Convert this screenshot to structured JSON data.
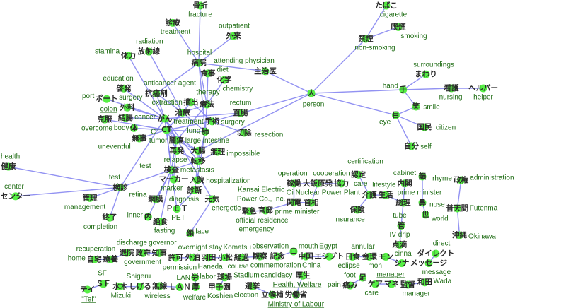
{
  "graph": {
    "nodes": [
      {
        "id": "fracture",
        "jp": "骨折",
        "en": "fracture"
      },
      {
        "id": "shinryo",
        "jp": "診療",
        "en": "treatment"
      },
      {
        "id": "gairai",
        "jp": "外来",
        "en": "outpatient"
      },
      {
        "id": "hoshasen",
        "jp": "放射線",
        "en": "radiation"
      },
      {
        "id": "tairyoku",
        "jp": "体力",
        "en": "stamina"
      },
      {
        "id": "byoin",
        "jp": "病院",
        "en": "hospital"
      },
      {
        "id": "shujii",
        "jp": "主治医",
        "en": "attending physician"
      },
      {
        "id": "shokuji",
        "jp": "食事",
        "en": "diet"
      },
      {
        "id": "kagaku",
        "jp": "化学",
        "en": "chemistry"
      },
      {
        "id": "keihatsu",
        "jp": "啓発",
        "en": "education"
      },
      {
        "id": "kogan",
        "jp": "抗癌剤",
        "en": "anticancer agent"
      },
      {
        "id": "port",
        "jp": "ポート",
        "en": "port"
      },
      {
        "id": "geka",
        "jp": "外科",
        "en": "surgery"
      },
      {
        "id": "ryoho",
        "jp": "療法",
        "en": "therapy"
      },
      {
        "id": "chokucho",
        "jp": "直腸",
        "en": "rectum"
      },
      {
        "id": "ketcho",
        "jp": "結腸",
        "en": "colon"
      },
      {
        "id": "tekishutsu",
        "jp": "摘出",
        "en": "extraction"
      },
      {
        "id": "kokufuku",
        "jp": "克服",
        "en": "overcome"
      },
      {
        "id": "gan",
        "jp": "がん",
        "en": "cancer"
      },
      {
        "id": "chiryo",
        "jp": "治療",
        "en": "treatment"
      },
      {
        "id": "shujutsu",
        "jp": "手術",
        "en": "surgery"
      },
      {
        "id": "ct",
        "jp": "CT",
        "en": "CT"
      },
      {
        "id": "karada",
        "jp": "体",
        "en": "body"
      },
      {
        "id": "hai",
        "jp": "肺",
        "en": "lung"
      },
      {
        "id": "setsujo",
        "jp": "切除",
        "en": "resection"
      },
      {
        "id": "buji",
        "jp": "無事",
        "en": "uneventful"
      },
      {
        "id": "daicho",
        "jp": "大腸",
        "en": "large intestine"
      },
      {
        "id": "shuyo",
        "jp": "腫瘍",
        "en": "tumor"
      },
      {
        "id": "muri",
        "jp": "無理",
        "en": "impossible"
      },
      {
        "id": "teni",
        "jp": "転移",
        "en": "metastasis"
      },
      {
        "id": "saihatsu",
        "jp": "再発",
        "en": "relapse"
      },
      {
        "id": "kenko",
        "jp": "健康",
        "en": "health"
      },
      {
        "id": "nyuin",
        "jp": "入院",
        "en": "hospitalization"
      },
      {
        "id": "kensa",
        "jp": "検査",
        "en": "test"
      },
      {
        "id": "kenshin",
        "jp": "検診",
        "en": "test"
      },
      {
        "id": "marker",
        "jp": "マーカー",
        "en": "marker"
      },
      {
        "id": "center",
        "jp": "センター",
        "en": "center"
      },
      {
        "id": "momaku",
        "jp": "網膜",
        "en": "retina"
      },
      {
        "id": "shindan",
        "jp": "診断",
        "en": "diagnosis"
      },
      {
        "id": "genki",
        "jp": "元気",
        "en": "energetic"
      },
      {
        "id": "kanri",
        "jp": "管理",
        "en": "management"
      },
      {
        "id": "pet",
        "jp": "ＰＥＴ",
        "en": "PET"
      },
      {
        "id": "shuryo",
        "jp": "終了",
        "en": "completion"
      },
      {
        "id": "uchi",
        "jp": "内",
        "en": "inner"
      },
      {
        "id": "zesshoku",
        "jp": "絶食",
        "en": "fasting"
      },
      {
        "id": "kao",
        "jp": "顔",
        "en": "face"
      },
      {
        "id": "hito",
        "jp": "人",
        "en": "person"
      },
      {
        "id": "kinen",
        "jp": "禁煙",
        "en": "non-smoking"
      },
      {
        "id": "tabako",
        "jp": "たばこ",
        "en": "cigarette"
      },
      {
        "id": "kitsuen",
        "jp": "喫煙",
        "en": "smoking"
      },
      {
        "id": "te",
        "jp": "手",
        "en": "hand"
      },
      {
        "id": "mawari",
        "jp": "まわり",
        "en": "surroundings"
      },
      {
        "id": "kango",
        "jp": "看護",
        "en": "nursing"
      },
      {
        "id": "helper",
        "jp": "ヘルパー",
        "en": "helper"
      },
      {
        "id": "warai",
        "jp": "笑",
        "en": "smile"
      },
      {
        "id": "me",
        "jp": "目",
        "en": "eye"
      },
      {
        "id": "kokumin",
        "jp": "国民",
        "en": "citizen"
      },
      {
        "id": "jibun",
        "jp": "自分",
        "en": "self"
      },
      {
        "id": "kado",
        "jp": "稼働",
        "en": "operation"
      },
      {
        "id": "oisaka",
        "jp": "大飯原発",
        "en": "Oi Nuclear Power Plant"
      },
      {
        "id": "kyoryoku",
        "jp": "協力",
        "en": "cooperation"
      },
      {
        "id": "kanden",
        "jp": "関電",
        "en": "Kansai Electric",
        "en2": "Power Co., Inc."
      },
      {
        "id": "shusho",
        "jp": "首相",
        "en": "prime minister"
      },
      {
        "id": "kantei",
        "jp": "官邸",
        "en": "official residence"
      },
      {
        "id": "kinkyu",
        "jp": "緊急",
        "en": "emergency"
      },
      {
        "id": "nintei",
        "jp": "認定",
        "en": "certification"
      },
      {
        "id": "kaigo",
        "jp": "介護",
        "en": "care"
      },
      {
        "id": "seikatsu",
        "jp": "生活",
        "en": "lifestyle"
      },
      {
        "id": "hoken",
        "jp": "保険",
        "en": "insurance"
      },
      {
        "id": "naikaku",
        "jp": "内閣",
        "en": "cabinet"
      },
      {
        "id": "sori",
        "jp": "総理",
        "en": "prime minister"
      },
      {
        "id": "kuda",
        "jp": "管",
        "en": "tube"
      },
      {
        "id": "tenteki",
        "jp": "点滴",
        "en": "IV drip"
      },
      {
        "id": "in",
        "jp": "韻",
        "en": "rhyme"
      },
      {
        "id": "hana",
        "jp": "鼻",
        "en": "nose"
      },
      {
        "id": "yo",
        "jp": "世",
        "en": "world"
      },
      {
        "id": "seiken",
        "jp": "政権",
        "en": "administration"
      },
      {
        "id": "futenma",
        "jp": "普天間",
        "en": "Futenma"
      },
      {
        "id": "okinawa",
        "jp": "沖縄",
        "en": "Okinawa"
      },
      {
        "id": "jitaku",
        "jp": "自宅",
        "en": "home"
      },
      {
        "id": "ryoyo",
        "jp": "療養",
        "en": "recuperation"
      },
      {
        "id": "taiin",
        "jp": "退院",
        "en": "discharge"
      },
      {
        "id": "chiji",
        "jp": "知事",
        "en": "governor"
      },
      {
        "id": "seifu",
        "jp": "政府",
        "en": "government"
      },
      {
        "id": "gaihaku",
        "jp": "外泊",
        "en": "overnight stay"
      },
      {
        "id": "kyoka",
        "jp": "許可",
        "en": "permission"
      },
      {
        "id": "komatsu",
        "jp": "小松",
        "en": "Komatsu"
      },
      {
        "id": "haneda",
        "jp": "羽田",
        "en": "Haneda"
      },
      {
        "id": "kansatsu",
        "jp": "観察",
        "en": "observation"
      },
      {
        "id": "keika",
        "jp": "経過",
        "en": "course"
      },
      {
        "id": "kuchi",
        "jp": "口",
        "en": "mouth"
      },
      {
        "id": "kinen2",
        "jp": "記念",
        "en": "commemoration"
      },
      {
        "id": "egypt",
        "jp": "エジプト",
        "en": "Egypt"
      },
      {
        "id": "chugoku",
        "jp": "中国",
        "en": "China"
      },
      {
        "id": "kinkan",
        "jp": "金環",
        "en": "annular"
      },
      {
        "id": "nisshoku",
        "jp": "日食",
        "en": "eclipse"
      },
      {
        "id": "shina",
        "jp": "シナ",
        "en": "cinna"
      },
      {
        "id": "mon",
        "jp": "モン",
        "en": "mon"
      },
      {
        "id": "direct",
        "jp": "ダイレクト",
        "en": "direct"
      },
      {
        "id": "message",
        "jp": "メッセージ",
        "en": "message"
      },
      {
        "id": "sf",
        "jp": "ＳＦ",
        "en": "SF"
      },
      {
        "id": "tei",
        "jp": "テイ",
        "en": "\"Tei\""
      },
      {
        "id": "shigeru",
        "jp": "しげる",
        "en": "Shigeru"
      },
      {
        "id": "mizuki",
        "jp": "水木",
        "en": "Mizuki"
      },
      {
        "id": "lan",
        "jp": "ＬＡＮ",
        "en": "LAN"
      },
      {
        "id": "musen",
        "jp": "無線",
        "en": "wireless"
      },
      {
        "id": "ro",
        "jp": "労",
        "en": "labor"
      },
      {
        "id": "atsu",
        "jp": "厚",
        "en": "welfare"
      },
      {
        "id": "kyujo",
        "jp": "球場",
        "en": "Stadium"
      },
      {
        "id": "koshien",
        "jp": "甲子園",
        "en": "Koshien"
      },
      {
        "id": "rikkoho",
        "jp": "立候補",
        "en": "candidacy"
      },
      {
        "id": "senkyo",
        "jp": "選挙",
        "en": "election"
      },
      {
        "id": "kosei",
        "jp": "厚生",
        "en": "Health, Welfare"
      },
      {
        "id": "rodosho",
        "jp": "労働省",
        "en": "Ministry of Labour"
      },
      {
        "id": "ashi",
        "jp": "足",
        "en": "foot"
      },
      {
        "id": "itami",
        "jp": "痛み",
        "en": "pain"
      },
      {
        "id": "mane",
        "jp": "マネ",
        "en": "manager"
      },
      {
        "id": "care",
        "jp": "ケア",
        "en": "care"
      },
      {
        "id": "wada",
        "jp": "和田",
        "en": "Wada"
      },
      {
        "id": "kantoku",
        "jp": "監督",
        "en": "manager"
      }
    ],
    "edges": [
      [
        "byoin",
        "fracture"
      ],
      [
        "byoin",
        "shinryo"
      ],
      [
        "byoin",
        "gairai"
      ],
      [
        "byoin",
        "shujii"
      ],
      [
        "byoin",
        "kogan"
      ],
      [
        "byoin",
        "ryoho"
      ],
      [
        "byoin",
        "hai"
      ],
      [
        "shujii",
        "hito"
      ],
      [
        "shokuji",
        "ryoho"
      ],
      [
        "kagaku",
        "ryoho"
      ],
      [
        "hoshasen",
        "chiryo"
      ],
      [
        "tairyoku",
        "gan"
      ],
      [
        "keihatsu",
        "gan"
      ],
      [
        "port",
        "gan"
      ],
      [
        "geka",
        "gan"
      ],
      [
        "ketcho",
        "gan"
      ],
      [
        "kokufuku",
        "ct"
      ],
      [
        "karada",
        "ct"
      ],
      [
        "buji",
        "ct"
      ],
      [
        "kogan",
        "gan"
      ],
      [
        "kogan",
        "chiryo"
      ],
      [
        "ryoho",
        "chiryo"
      ],
      [
        "ryoho",
        "hai"
      ],
      [
        "ryoho",
        "shuyo"
      ],
      [
        "chokucho",
        "gan"
      ],
      [
        "tekishutsu",
        "shujutsu"
      ],
      [
        "tekishutsu",
        "ct"
      ],
      [
        "gan",
        "ct"
      ],
      [
        "gan",
        "shuyo"
      ],
      [
        "gan",
        "teni"
      ],
      [
        "gan",
        "kensa"
      ],
      [
        "gan",
        "kenshin"
      ],
      [
        "chiryo",
        "ct"
      ],
      [
        "chiryo",
        "hai"
      ],
      [
        "shujutsu",
        "hito"
      ],
      [
        "shujutsu",
        "ct"
      ],
      [
        "shujutsu",
        "setsujo"
      ],
      [
        "ct",
        "hai"
      ],
      [
        "ct",
        "shuyo"
      ],
      [
        "ct",
        "daicho"
      ],
      [
        "ct",
        "saihatsu"
      ],
      [
        "ct",
        "kensa"
      ],
      [
        "hai",
        "teni"
      ],
      [
        "hai",
        "nyuin"
      ],
      [
        "daicho",
        "hito"
      ],
      [
        "daicho",
        "teni"
      ],
      [
        "daicho",
        "shuyo"
      ],
      [
        "teni",
        "muri"
      ],
      [
        "teni",
        "saihatsu"
      ],
      [
        "teni",
        "kensa"
      ],
      [
        "teni",
        "shindan"
      ],
      [
        "shuyo",
        "marker"
      ],
      [
        "shuyo",
        "kensa"
      ],
      [
        "kensa",
        "kenshin"
      ],
      [
        "kensa",
        "marker"
      ],
      [
        "kensa",
        "pet"
      ],
      [
        "kensa",
        "momaku"
      ],
      [
        "kensa",
        "uchi"
      ],
      [
        "kensa",
        "zesshoku"
      ],
      [
        "kenshin",
        "kenko"
      ],
      [
        "kenshin",
        "center"
      ],
      [
        "kenshin",
        "kanri"
      ],
      [
        "kenshin",
        "shuryo"
      ],
      [
        "shindan",
        "pet"
      ],
      [
        "genki",
        "kao"
      ],
      [
        "genki",
        "gan"
      ],
      [
        "hito",
        "kinen"
      ],
      [
        "kinen",
        "tabako"
      ],
      [
        "kinen",
        "kitsuen"
      ],
      [
        "hito",
        "te"
      ],
      [
        "hito",
        "me"
      ],
      [
        "te",
        "mawari"
      ],
      [
        "te",
        "kango"
      ],
      [
        "kango",
        "helper"
      ],
      [
        "te",
        "warai"
      ],
      [
        "me",
        "warai"
      ],
      [
        "me",
        "kokumin"
      ],
      [
        "me",
        "jibun"
      ],
      [
        "kado",
        "kanden"
      ],
      [
        "kado",
        "oisaka"
      ],
      [
        "oisaka",
        "kyoryoku"
      ],
      [
        "oisaka",
        "shusho"
      ],
      [
        "kanden",
        "shusho"
      ],
      [
        "kanden",
        "kantei"
      ],
      [
        "kantei",
        "kinkyu"
      ],
      [
        "nintei",
        "kaigo"
      ],
      [
        "kaigo",
        "hoken"
      ],
      [
        "kaigo",
        "seikatsu"
      ],
      [
        "seikatsu",
        "sori"
      ],
      [
        "naikaku",
        "sori"
      ],
      [
        "sori",
        "kuda"
      ],
      [
        "kuda",
        "tenteki"
      ],
      [
        "in",
        "hana"
      ],
      [
        "hana",
        "yo"
      ],
      [
        "seiken",
        "futenma"
      ],
      [
        "futenma",
        "okinawa"
      ],
      [
        "jitaku",
        "ryoyo"
      ],
      [
        "ryoyo",
        "taiin"
      ],
      [
        "chiji",
        "seifu"
      ],
      [
        "gaihaku",
        "kyoka"
      ],
      [
        "komatsu",
        "haneda"
      ],
      [
        "kansatsu",
        "keika"
      ],
      [
        "kuchi",
        "kinen2"
      ],
      [
        "egypt",
        "chugoku"
      ],
      [
        "kinkan",
        "nisshoku"
      ],
      [
        "shina",
        "mon"
      ],
      [
        "direct",
        "message"
      ],
      [
        "sf",
        "tei"
      ],
      [
        "shigeru",
        "mizuki"
      ],
      [
        "lan",
        "musen"
      ],
      [
        "ro",
        "atsu"
      ],
      [
        "kyujo",
        "koshien"
      ],
      [
        "rikkoho",
        "senkyo"
      ],
      [
        "kosei",
        "rodosho"
      ],
      [
        "ashi",
        "itami"
      ],
      [
        "mane",
        "care"
      ],
      [
        "wada",
        "kantoku"
      ]
    ]
  },
  "colors": {
    "edge": "#7f7ff0",
    "node": "#4dee3a",
    "label_en": "#1d6b12"
  }
}
